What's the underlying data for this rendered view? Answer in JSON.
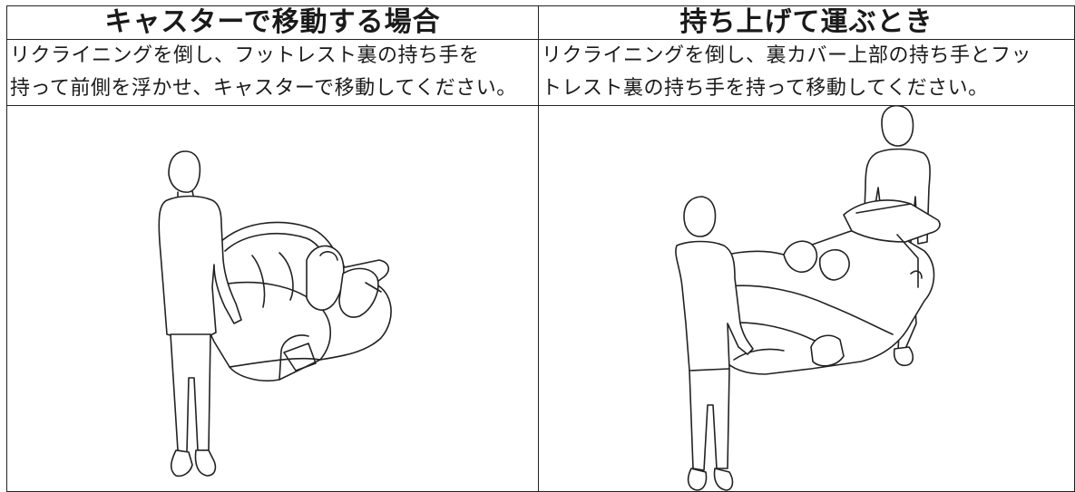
{
  "left": {
    "heading": "キャスターで移動する場合",
    "description": "リクライニングを倒し、フットレスト裏の持ち手を\n持って前側を浮かせ、キャスターで移動してください。",
    "illustration": "one-person-tilting-massage-chair-on-casters"
  },
  "right": {
    "heading": "持ち上げて運ぶとき",
    "description": "リクライニングを倒し、裏カバー上部の持ち手とフッ\nトレスト裏の持ち手を持って移動してください。",
    "illustration": "two-people-carrying-massage-chair"
  }
}
